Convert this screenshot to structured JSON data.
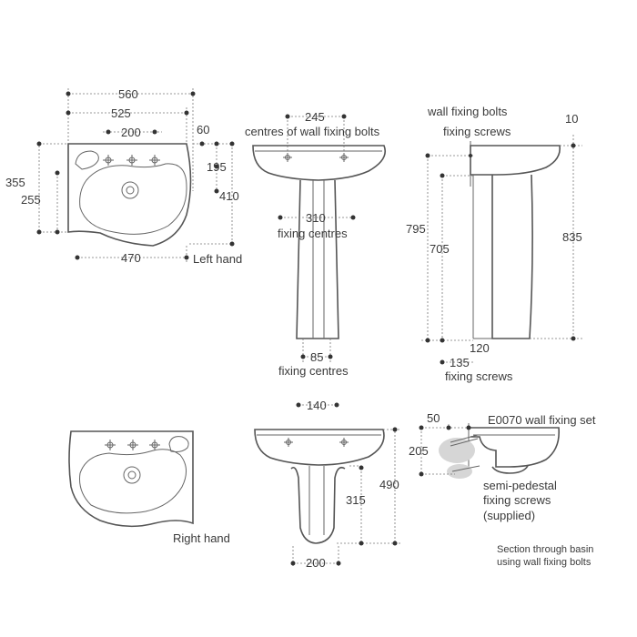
{
  "left_hand_plan": {
    "dim_560": "560",
    "dim_525": "525",
    "dim_200": "200",
    "dim_60": "60",
    "dim_195": "195",
    "dim_410": "410",
    "dim_355": "355",
    "dim_255": "255",
    "dim_470": "470",
    "label": "Left hand"
  },
  "front_pedestal": {
    "dim_245": "245",
    "label_wall_bolts": "centres of wall fixing bolts",
    "dim_310": "310",
    "label_fixing_centres_top": "fixing centres",
    "dim_85": "85",
    "label_fixing_centres_bottom": "fixing centres",
    "dim_140": "140"
  },
  "side_pedestal": {
    "label_wall_bolts": "wall fixing bolts",
    "label_fixing_screws_top": "fixing screws",
    "dim_10": "10",
    "dim_795": "795",
    "dim_705": "705",
    "dim_835": "835",
    "dim_120": "120",
    "dim_135": "135",
    "label_fixing_screws_bottom": "fixing screws"
  },
  "right_hand_plan": {
    "label": "Right hand"
  },
  "front_semi": {
    "dim_490": "490",
    "dim_315": "315",
    "dim_200": "200"
  },
  "section": {
    "dim_50": "50",
    "dim_205": "205",
    "label_wall_set": "E0070 wall fixing set",
    "label_semi_1": "semi-pedestal",
    "label_semi_2": "fixing screws",
    "label_semi_3": "(supplied)",
    "caption_1": "Section through basin",
    "caption_2": "using wall fixing bolts"
  }
}
